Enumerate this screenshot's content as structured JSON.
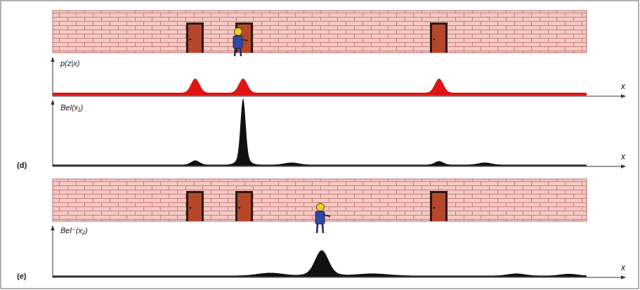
{
  "diagram": {
    "labels": [
      "p(z|x)",
      "x",
      "Bel(x₁)",
      "(d)",
      "x",
      "Bel⁻(x₂)",
      "(e)",
      "x"
    ]
  }
}
